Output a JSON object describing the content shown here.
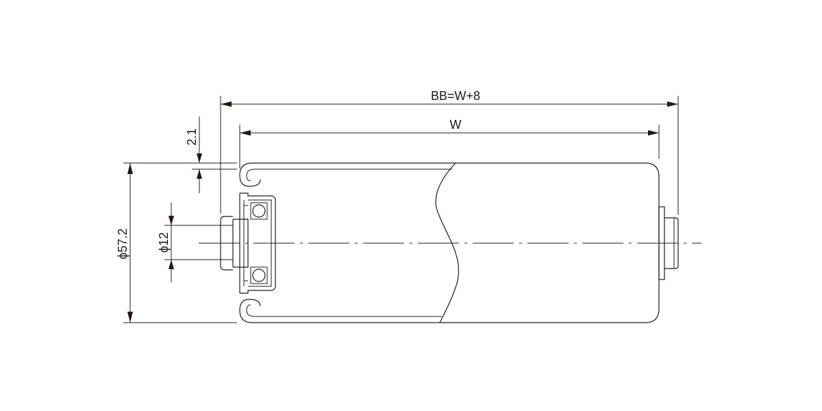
{
  "dimensions": {
    "overall_length": "BB=W+8",
    "roller_width": "W",
    "tube_wall_thickness": "2.1",
    "roller_diameter": "ϕ57.2",
    "shaft_diameter": "ϕ12"
  }
}
